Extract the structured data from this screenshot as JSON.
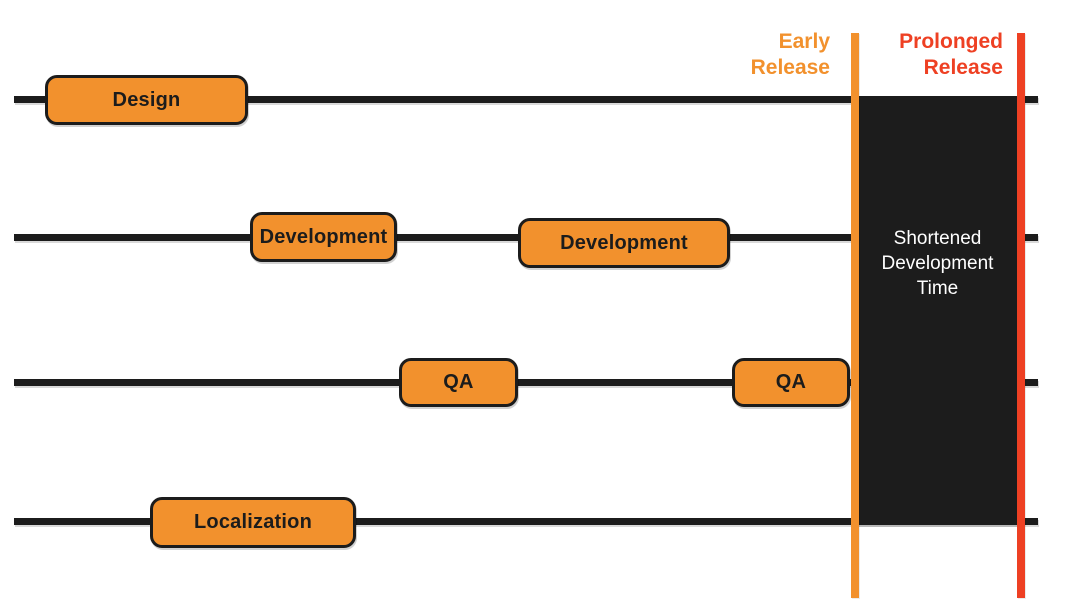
{
  "colors": {
    "orange": "#F2912D",
    "red": "#EE4023",
    "dark": "#1C1C1C",
    "white": "#FFFFFF"
  },
  "markers": {
    "early": {
      "label": "Early Release",
      "color": "#F2912D"
    },
    "prolonged": {
      "label": "Prolonged Release",
      "color": "#EE4023"
    }
  },
  "regions": {
    "shortened": {
      "label": "Shortened Development Time",
      "text_color": "#FFFFFF",
      "background": "#1C1C1C"
    }
  },
  "lanes": [
    {
      "name": "design",
      "phases": [
        {
          "label": "Design"
        }
      ]
    },
    {
      "name": "development",
      "phases": [
        {
          "label": "Development"
        },
        {
          "label": "Development"
        }
      ]
    },
    {
      "name": "qa",
      "phases": [
        {
          "label": "QA"
        },
        {
          "label": "QA"
        }
      ]
    },
    {
      "name": "localization",
      "phases": [
        {
          "label": "Localization"
        }
      ]
    }
  ]
}
